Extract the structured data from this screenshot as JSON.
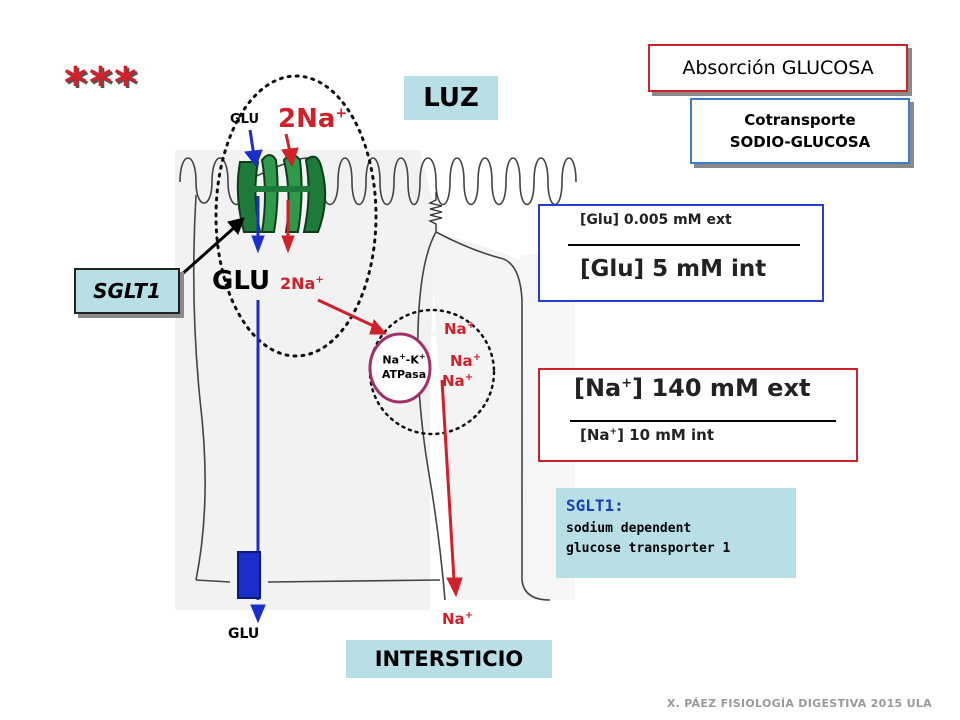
{
  "title": "Absorción GLUCOSA",
  "subtitle_line1": "Cotransporte",
  "subtitle_line2": "SODIO-GLUCOSA",
  "stars": "***",
  "luz_label": "LUZ",
  "intersticio_label": "INTERSTICIO",
  "sglt1_tag": "SGLT1",
  "glu_top": "GLU",
  "na_top": "2Na",
  "na_top_sup": "+",
  "glu_mid": "GLU",
  "na_mid": "2Na",
  "na_mid_sup": "+",
  "glu_bottom": "GLU",
  "pump_label_line1": "Na",
  "pump_label_sup1": "+",
  "pump_label_mid": "-K",
  "pump_label_sup2": "+",
  "pump_label_line2": "ATPasa",
  "na_pump_1": "Na",
  "na_pump_2": "Na",
  "na_pump_3": "Na",
  "na_bottom": "Na",
  "na_sup": "+",
  "glu_conc": {
    "ext": "[Glu] 0.005 mM ext",
    "int": "[Glu] 5 mM int"
  },
  "na_conc": {
    "ext_pre": "[Na",
    "ext_sup": "+",
    "ext_post": "] 140 mM ext",
    "int_pre": "[Na",
    "int_sup": "+",
    "int_post": "] 10 mM int"
  },
  "info": {
    "line1": "SGLT1:",
    "line2": "sodium dependent",
    "line3": "glucose transporter 1"
  },
  "footer": "X. PÁEZ   FISIOLOGÍA DIGESTIVA 2015  ULA",
  "colors": {
    "red": "#d0202a",
    "blue": "#1a2fc9",
    "green": "#1e7a3a",
    "light_blue": "#b8dfe6",
    "purple": "#a0306a"
  }
}
